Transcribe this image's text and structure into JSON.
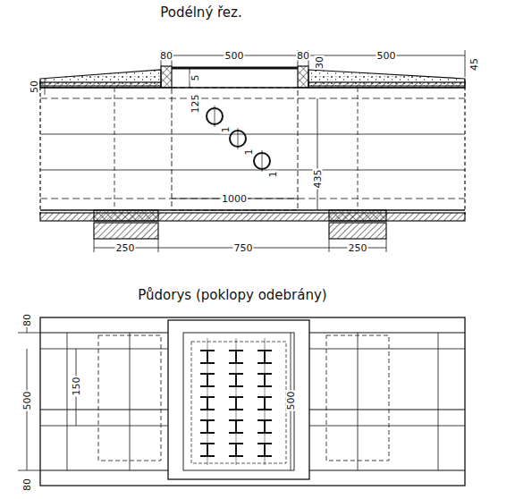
{
  "diagram": {
    "labels": [
      "Podélný řez.",
      "80",
      "500",
      "80",
      "30",
      "500",
      "45",
      "50",
      "5",
      "125",
      "1",
      "1",
      "1",
      "435",
      "1000",
      "250",
      "750",
      "250",
      "Půdorys (poklopy odebrány)",
      "80",
      "500",
      "150",
      "500",
      "80"
    ]
  }
}
